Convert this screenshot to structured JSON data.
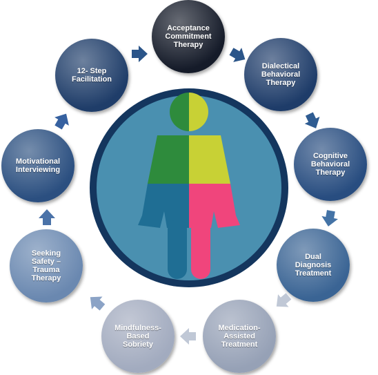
{
  "diagram": {
    "center_icon": "woman-figure-icon",
    "center_colors": {
      "ring": "#14365e",
      "disc": "#4a90b0",
      "quadrant_top_left": "#2e8b3c",
      "quadrant_top_right": "#c8d135",
      "quadrant_bottom_left": "#1f6e94",
      "quadrant_bottom_right": "#f0457c"
    },
    "nodes": [
      {
        "id": "act",
        "label": "Acceptance\nCommitment\nTherapy",
        "color": "#151b29"
      },
      {
        "id": "dbt",
        "label": "Dialectical\nBehavioral\nTherapy",
        "color": "#1e3c69"
      },
      {
        "id": "cbt",
        "label": "Cognitive\nBehavioral\nTherapy",
        "color": "#284d80"
      },
      {
        "id": "ddt",
        "label": "Dual\nDiagnosis\nTreatment",
        "color": "#3a6494"
      },
      {
        "id": "mat",
        "label": "Medication-\nAssisted\nTreatment",
        "color": "#96a1b6"
      },
      {
        "id": "mbs",
        "label": "Mindfulness-\nBased\nSobriety",
        "color": "#a2abbf"
      },
      {
        "id": "sst",
        "label": "Seeking\nSafety –\nTrauma\nTherapy",
        "color": "#6a88b0"
      },
      {
        "id": "mi",
        "label": "Motivational\nInterviewing",
        "color": "#2b4f80"
      },
      {
        "id": "tsf",
        "label": "12- Step\nFacilitation",
        "color": "#1f3d69"
      }
    ],
    "arrow_icon": "chevron-arrow-icon",
    "arrow_colors": [
      "#2b5589",
      "#2b5589",
      "#2f5c92",
      "#4473a6",
      "#c0c8d6",
      "#c0c8d6",
      "#8ba3c6",
      "#4a72a8",
      "#3661a0"
    ]
  }
}
